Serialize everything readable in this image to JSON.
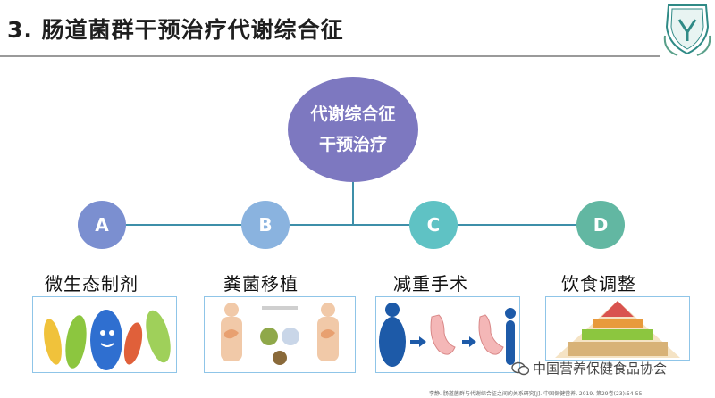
{
  "slide": {
    "title": "3. 肠道菌群干预治疗代谢综合征",
    "center_line1": "代谢综合征",
    "center_line2": "干预治疗"
  },
  "branches": [
    {
      "letter": "A",
      "label": "微生态制剂",
      "color": "#7b8fd0"
    },
    {
      "letter": "B",
      "label": "粪菌移植",
      "color": "#8ab3df"
    },
    {
      "letter": "C",
      "label": "减重手术",
      "color": "#5fc2c4"
    },
    {
      "letter": "D",
      "label": "饮食调整",
      "color": "#62b7a2"
    }
  ],
  "watermark": "中国营养保健食品协会",
  "citation": "李静. 肠道菌群与代谢综合征之间的关系研究[J]. 中国保健营养, 2019, 第29卷(23):54-55."
}
